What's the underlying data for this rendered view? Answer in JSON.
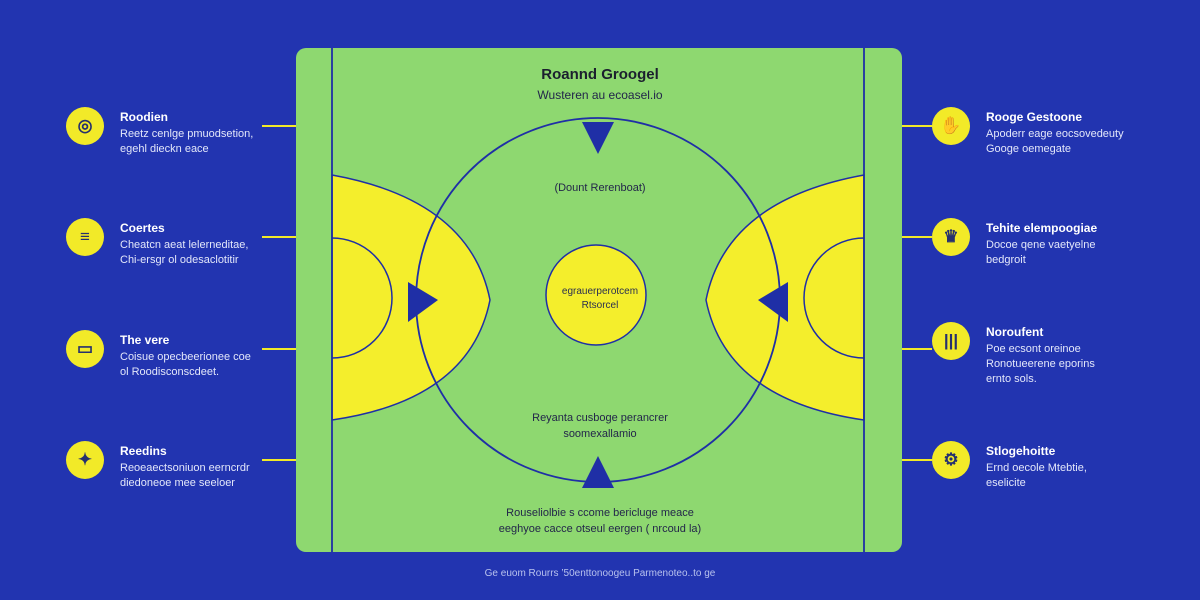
{
  "court": {
    "title": "Roannd Groogel",
    "subtitle": "Wusteren au ecoasel.io",
    "top_label": "(Dount Rerenboat)",
    "middle_label": [
      "Reyanta cusboge perancrer",
      "soomexallamio"
    ],
    "bottom_label": [
      "Rouseliolbie s ccome bericluge meace",
      "eeghyoe cacce otseul eergen ( nrcoud la)"
    ],
    "center_text": [
      "egrauerperotcem",
      "Rtsorcel"
    ]
  },
  "left_callouts": [
    {
      "icon": "target-icon",
      "glyph": "◎",
      "title": "Roodien",
      "desc": [
        "Reetz cenlge pmuodsetion,",
        "egehl dieckn eace"
      ]
    },
    {
      "icon": "equals-icon",
      "glyph": "≡",
      "title": "Coertes",
      "desc": [
        "Cheatcn aeat lelerneditae,",
        "Chi-ersgr ol odesaclotitir"
      ]
    },
    {
      "icon": "screen-icon",
      "glyph": "▭",
      "title": "The vere",
      "desc": [
        "Coisue opecbeerionee coe",
        "ol Roodisconscdeet."
      ]
    },
    {
      "icon": "sparkle-icon",
      "glyph": "✦",
      "title": "Reedins",
      "desc": [
        "Reoeaectsoniuon eerncrdr",
        "diedoneoe mee seeloer"
      ]
    }
  ],
  "right_callouts": [
    {
      "icon": "hands-icon",
      "glyph": "✋",
      "title": "Rooge Gestoone",
      "desc": [
        "Apoderr eage eocsovedeuty",
        "Googe oemegate"
      ]
    },
    {
      "icon": "crown-icon",
      "glyph": "♛",
      "title": "Tehite elempoogiae",
      "desc": [
        "Docoe qene vaetyelne",
        "bedgroit"
      ]
    },
    {
      "icon": "columns-icon",
      "glyph": "|||",
      "title": "Noroufent",
      "desc": [
        "Poe ecsont oreinoe",
        "Ronotueerene eporins",
        "ernto sols."
      ]
    },
    {
      "icon": "gear-icon",
      "glyph": "⚙",
      "title": "Stlogehoitte",
      "desc": [
        "Ernd oecole Mtebtie,",
        "eselicite"
      ]
    }
  ],
  "footer": "Ge euom Rourrs ’50enttonoogeu Parmenoteo..to ge",
  "colors": {
    "background": "#2234b0",
    "court": "#8ed870",
    "zone": "#f4ee2c",
    "line": "#1f2fa6",
    "icon": "#f2ea28"
  }
}
